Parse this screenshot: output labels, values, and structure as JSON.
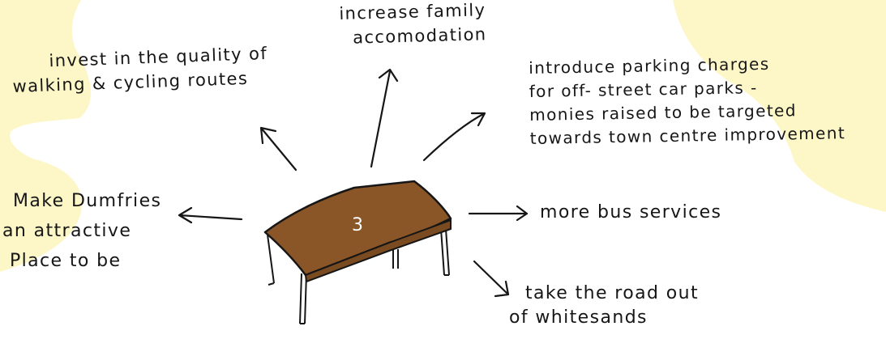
{
  "table": {
    "number": "3"
  },
  "notes": {
    "family": [
      "increase family",
      "accomodation"
    ],
    "walking": [
      "invest in the quality of",
      "walking & cycling routes"
    ],
    "parking": [
      "introduce parking charges",
      "for off- street car parks -",
      "monies raised to be targeted",
      "towards town centre improvement"
    ],
    "dumfries": [
      "Make Dumfries",
      "an attractive",
      "Place to be"
    ],
    "bus": [
      "more bus services"
    ],
    "road": [
      "take the road out",
      "of whitesands"
    ]
  },
  "colors": {
    "background_yellow": "#fdf7c8",
    "cloud_white": "#ffffff",
    "table_top": "#8a5527",
    "ink": "#161616",
    "table_number": "#ffffff"
  }
}
